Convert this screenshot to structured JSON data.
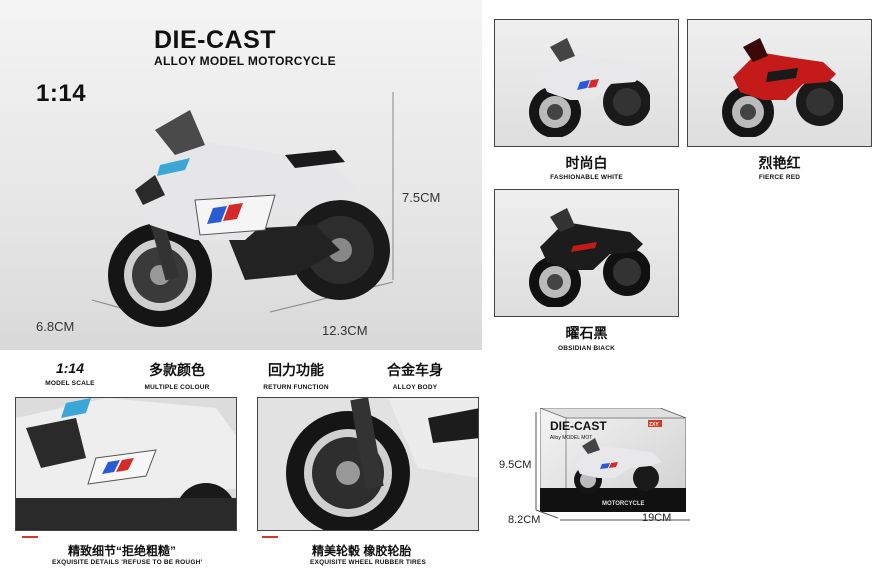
{
  "hero": {
    "title": "DIE-CAST",
    "subtitle": "ALLOY MODEL MOTORCYCLE",
    "scale": "1:14",
    "height_dim": "7.5CM",
    "width_dim": "6.8CM",
    "length_dim": "12.3CM"
  },
  "colors": [
    {
      "cn": "时尚白",
      "en": "FASHIONABLE WHITE",
      "body": "#e8e8ea"
    },
    {
      "cn": "烈艳红",
      "en": "FIERCE RED",
      "body": "#c41a1a"
    },
    {
      "cn": "曜石黑",
      "en": "OBSIDIAN BIACK",
      "body": "#1c1c1c"
    }
  ],
  "features": [
    {
      "cn": "1:14",
      "en": "MODEL SCALE"
    },
    {
      "cn": "多款颜色",
      "en": "MULTIPLE COLOUR"
    },
    {
      "cn": "回力功能",
      "en": "RETURN FUNCTION"
    },
    {
      "cn": "合金车身",
      "en": "ALLOY BODY"
    }
  ],
  "details": [
    {
      "cn": "精致细节“拒绝粗糙”",
      "en": "EXQUISITE DETAILS  'REFUSE TO BE ROUGH'"
    },
    {
      "cn": "精美轮毂 橡胶轮胎",
      "en": "EXQUISITE WHEEL  RUBBER TIRES"
    }
  ],
  "package": {
    "brand": "DIE-CAST",
    "brand_sub": "Alloy MODEL MOT",
    "badge": "ZXY",
    "base_text": "MOTORCYCLE",
    "height_dim": "9.5CM",
    "depth_dim": "8.2CM",
    "length_dim": "19CM"
  },
  "accent": "#d43a2a"
}
